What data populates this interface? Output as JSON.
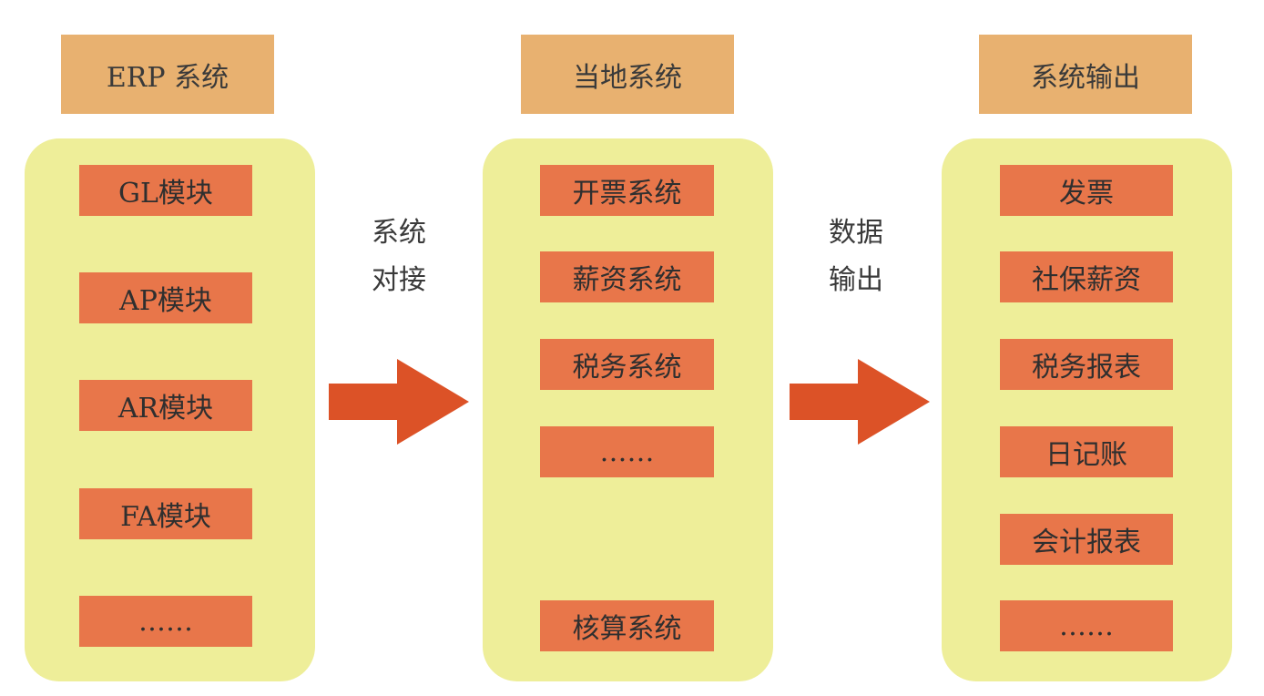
{
  "colors": {
    "header_bg": "#e8b170",
    "panel_bg": "#eeee99",
    "item_bg": "#e8764a",
    "arrow": "#dc5227"
  },
  "columns": [
    {
      "header": "ERP 系统",
      "items": [
        "GL模块",
        "AP模块",
        "AR模块",
        "FA模块",
        "……"
      ]
    },
    {
      "header": "当地系统",
      "items": [
        "开票系统",
        "薪资系统",
        "税务系统",
        "……",
        "核算系统"
      ]
    },
    {
      "header": "系统输出",
      "items": [
        "发票",
        "社保薪资",
        "税务报表",
        "日记账",
        "会计报表",
        "……"
      ]
    }
  ],
  "connectors": [
    {
      "line1": "系统",
      "line2": "对接",
      "icon": "right-arrow-icon"
    },
    {
      "line1": "数据",
      "line2": "输出",
      "icon": "right-arrow-icon"
    }
  ]
}
